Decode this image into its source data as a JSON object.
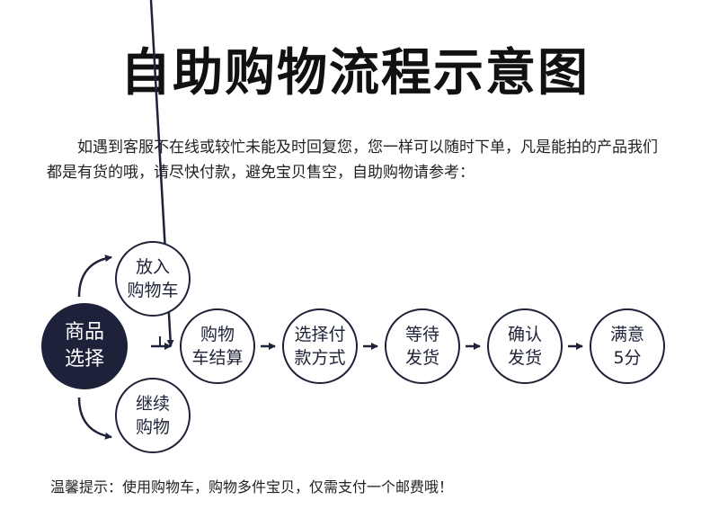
{
  "title": "自助购物流程示意图",
  "intro": "如遇到客服不在线或较忙未能及时回复您，您一样可以随时下单，凡是能拍的产品我们都是有货的哦，请尽快付款，避免宝贝售空，自助购物请参考：",
  "flow": {
    "start": {
      "line1": "商品",
      "line2": "选择"
    },
    "branch_top": {
      "line1": "放入",
      "line2": "购物车"
    },
    "branch_bottom": {
      "line1": "继续",
      "line2": "购物"
    },
    "steps": [
      {
        "line1": "购物",
        "line2": "车结算"
      },
      {
        "line1": "选择付",
        "line2": "款方式"
      },
      {
        "line1": "等待",
        "line2": "发货"
      },
      {
        "line1": "确认",
        "line2": "发货"
      },
      {
        "line1": "满意",
        "line2": "5分"
      }
    ]
  },
  "tip": "温馨提示：使用购物车，购物多件宝贝，仅需支付一个邮费哦！"
}
